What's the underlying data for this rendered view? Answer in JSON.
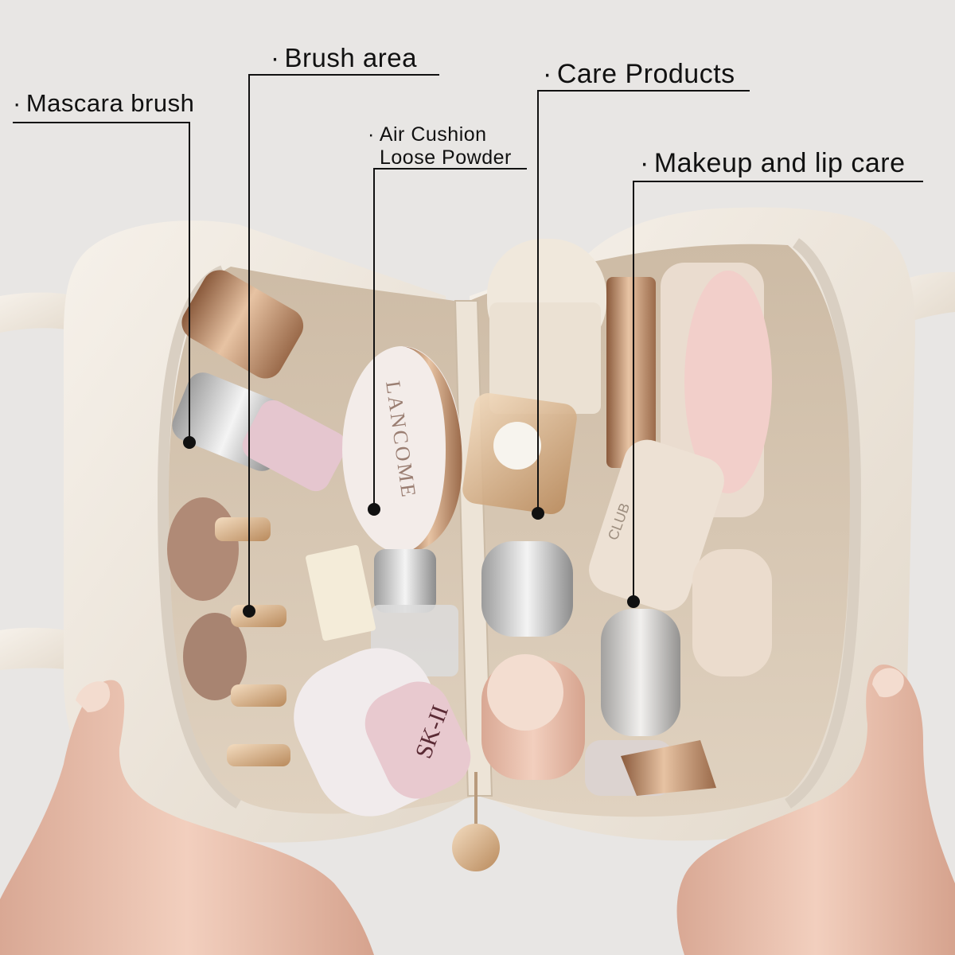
{
  "labels": {
    "mascara_brush": "Mascara brush",
    "brush_area": "Brush area",
    "air_cushion_line1": "Air Cushion",
    "air_cushion_line2": "Loose Powder",
    "care_products": "Care Products",
    "makeup_lip_care": "Makeup and lip care",
    "bullet": "·"
  },
  "product_text": {
    "compact_brand": "LANCOME",
    "bottle_brand": "SK-II",
    "tube_brand": "CLUB"
  },
  "colors": {
    "background": "#e8e6e4",
    "bag_leather": "#efe8dd",
    "bag_lining": "#d8c8b4",
    "leader_line": "#111111",
    "rose_gold": "#c99a78",
    "skin": "#e9c3ad"
  }
}
